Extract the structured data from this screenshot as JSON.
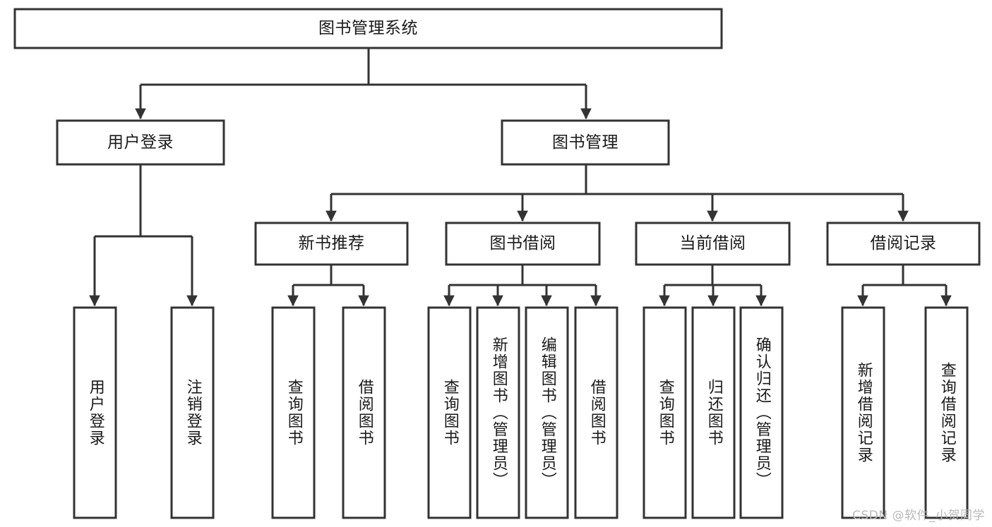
{
  "diagram": {
    "title": "图书管理系统",
    "type": "tree-hierarchy-chart",
    "watermark": "CSDN @软件_小贺同学",
    "colors": {
      "stroke": "#333333",
      "fill": "#ffffff",
      "text": "#1a1a1a",
      "watermark": "#b9b9b9"
    },
    "levels": {
      "level1": {
        "label": "图书管理系统"
      },
      "level2": [
        {
          "label": "用户登录"
        },
        {
          "label": "图书管理"
        }
      ],
      "level3": [
        {
          "label": "新书推荐"
        },
        {
          "label": "图书借阅"
        },
        {
          "label": "当前借阅"
        },
        {
          "label": "借阅记录"
        }
      ]
    },
    "nodes": {
      "root": {
        "label": "图书管理系统"
      },
      "user_login": {
        "label": "用户登录"
      },
      "book_manage": {
        "label": "图书管理"
      },
      "new_book_rec": {
        "label": "新书推荐"
      },
      "book_borrow": {
        "label": "图书借阅"
      },
      "current_borrow": {
        "label": "当前借阅"
      },
      "borrow_record": {
        "label": "借阅记录"
      },
      "leaf_user_login": {
        "label": "用户登录"
      },
      "leaf_logout": {
        "label": "注销登录"
      },
      "leaf_query_book_a": {
        "label": "查询图书"
      },
      "leaf_borrow_book_a": {
        "label": "借阅图书"
      },
      "leaf_query_book_b": {
        "label": "查询图书"
      },
      "leaf_add_book": {
        "label": "新增图书（管理员）"
      },
      "leaf_edit_book": {
        "label": "编辑图书（管理员）"
      },
      "leaf_borrow_book_b": {
        "label": "借阅图书"
      },
      "leaf_query_book_c": {
        "label": "查询图书"
      },
      "leaf_return_book": {
        "label": "归还图书"
      },
      "leaf_confirm_return": {
        "label": "确认归还（管理员）"
      },
      "leaf_add_record": {
        "label": "新增借阅记录"
      },
      "leaf_query_record": {
        "label": "查询借阅记录"
      }
    }
  }
}
